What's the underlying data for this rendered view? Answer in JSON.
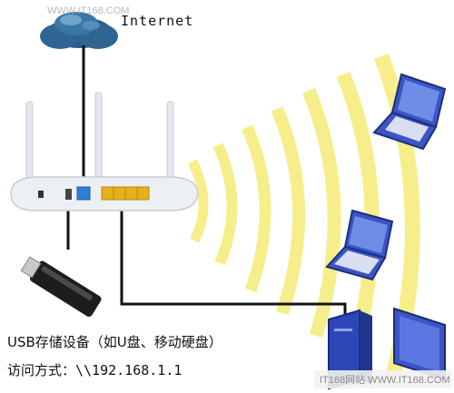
{
  "labels": {
    "internet": "Internet",
    "usb_storage": "USB存储设备（如U盘、移动硬盘）",
    "access_method": "访问方式：\\\\192.168.1.1"
  },
  "watermarks": {
    "top": "WWW.IT168.COM",
    "bottom": "IT168网站  WWW.IT168.COM"
  },
  "colors": {
    "wifi_waves": "#f6ee8a",
    "cloud": "#2c5b86",
    "router": "#eceff4",
    "lan_ports": "#e6b01c",
    "wan_port": "#2f7fd0",
    "device_blue": "#3b55c8"
  }
}
